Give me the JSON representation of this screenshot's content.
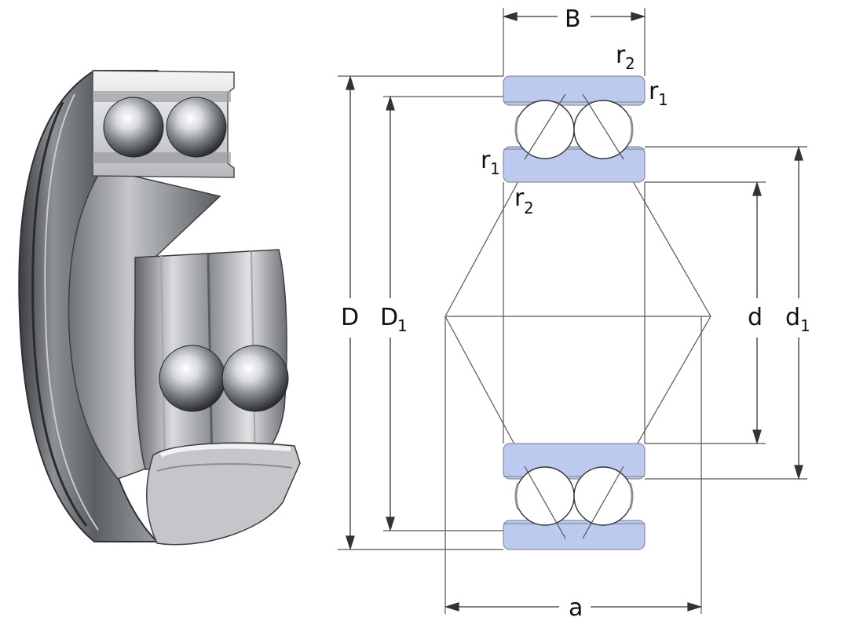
{
  "labels": {
    "B": "B",
    "D": "D",
    "D1": "D",
    "D1_sub": "1",
    "d": "d",
    "d1": "d",
    "d1_sub": "1",
    "a": "a",
    "r": "r",
    "r1_sub": "1",
    "r2_sub": "2"
  },
  "colors": {
    "ring_fill": "#bccaef",
    "ring_stroke": "#8a8f9c",
    "line": "#555555",
    "metal_dark": "#4b4e53",
    "metal_light": "#e9eaec"
  }
}
